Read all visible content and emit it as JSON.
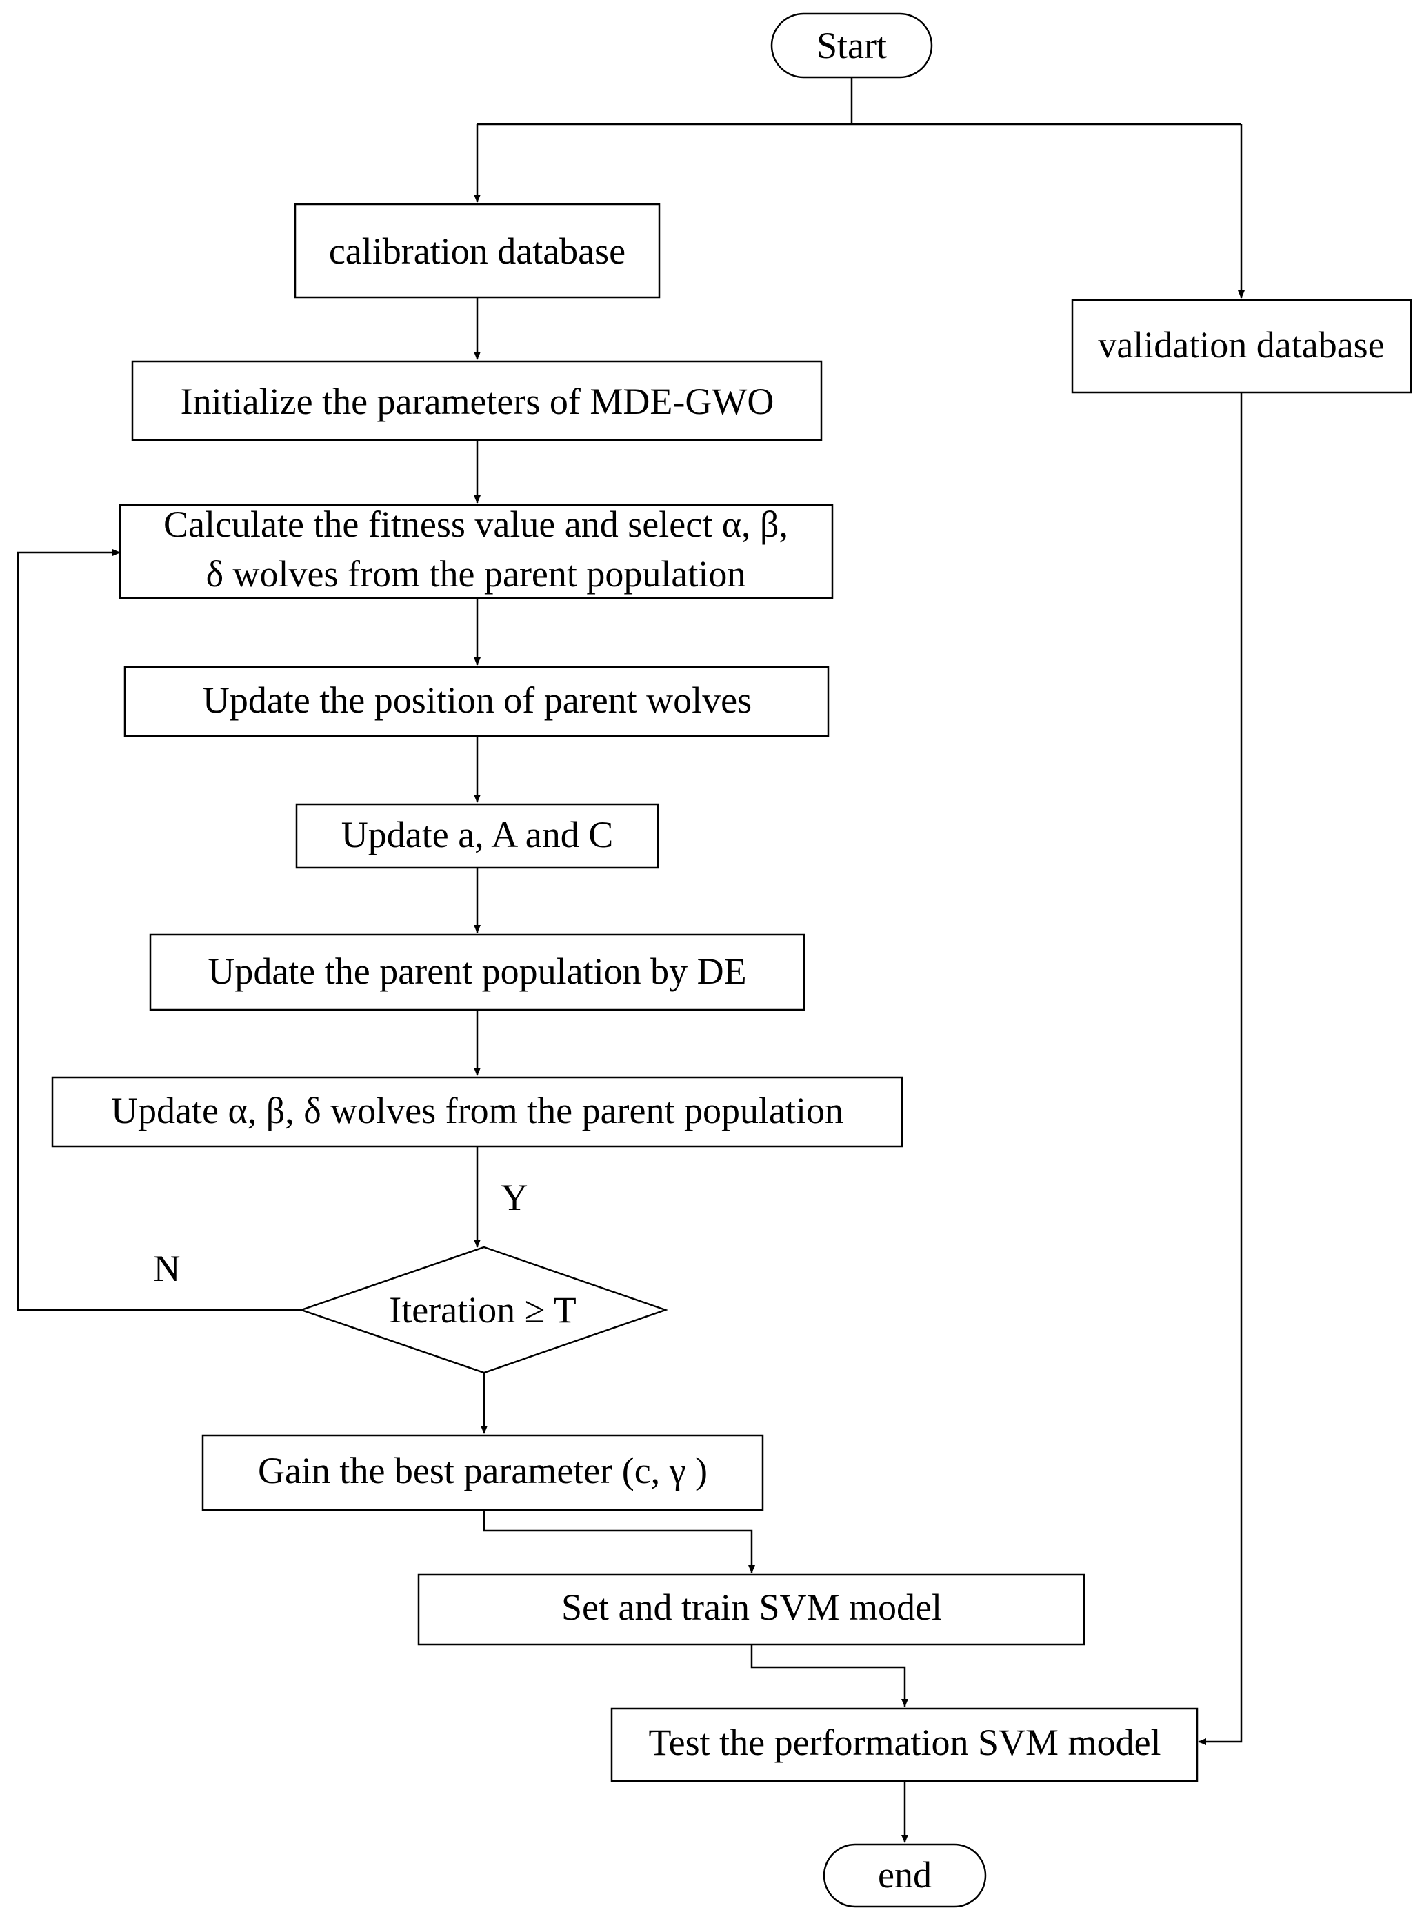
{
  "diagram": {
    "type": "flowchart",
    "nodes": {
      "start": "Start",
      "calibration": "calibration database",
      "validation": "validation database",
      "init": "Initialize the parameters of MDE-GWO",
      "fitness_line1": "Calculate the fitness value and select α, β,",
      "fitness_line2": "δ wolves from  the parent population",
      "update_position": "Update the position of parent wolves",
      "update_aac": "Update a, A and C",
      "update_de": "Update  the parent population by DE",
      "update_wolves": "Update α, β, δ wolves from  the  parent population",
      "decision": "Iteration ≥  T",
      "best_param": "Gain the best parameter (c, γ )",
      "train": "Set and train SVM model",
      "test": "Test the performation SVM model",
      "end": "end"
    },
    "labels": {
      "yes": "Y",
      "no": "N"
    },
    "colors": {
      "stroke": "#000000",
      "fill": "#ffffff",
      "text": "#000000"
    }
  }
}
